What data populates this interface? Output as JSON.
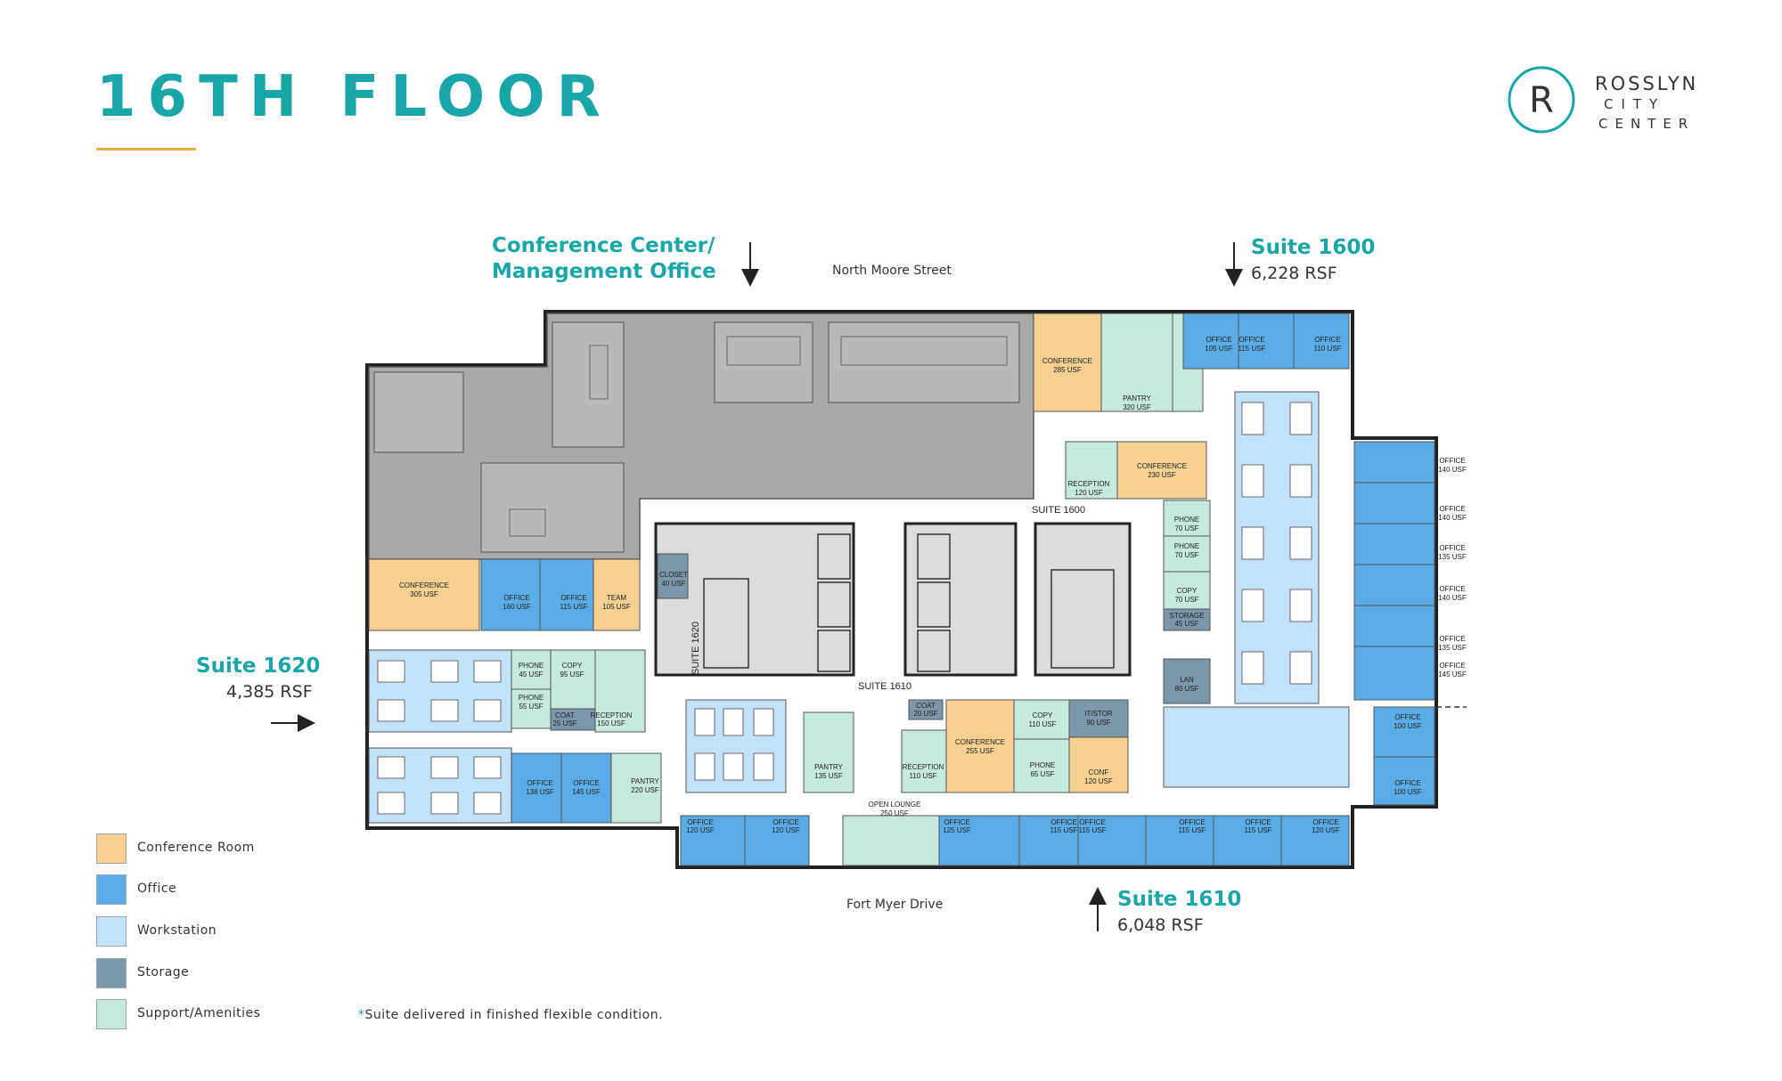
{
  "header": {
    "title": "16TH FLOOR"
  },
  "logo": {
    "letter": "R",
    "line1": "ROSSLYN",
    "line2": "CITY",
    "line3": "CENTER"
  },
  "colors": {
    "accent": "#1aa5a6",
    "rule": "#e3b04a",
    "conference": "#f6d091",
    "office": "#5aace6",
    "workstation": "#c4e2f7",
    "storage": "#7c97aa",
    "support": "#c7e8dc",
    "conference_center": "#a9a9a9"
  },
  "callouts": {
    "conference_center": {
      "line1": "Conference Center/",
      "line2": "Management Office"
    },
    "suite1600": {
      "name": "Suite 1600",
      "rsf": "6,228 RSF"
    },
    "suite1620": {
      "name": "Suite 1620",
      "rsf": "4,385 RSF"
    },
    "suite1610": {
      "name": "Suite 1610",
      "rsf": "6,048 RSF"
    }
  },
  "streets": {
    "north": "North Moore Street",
    "south": "Fort Myer Drive"
  },
  "legend": [
    {
      "label": "Conference Room",
      "color": "#f6d091"
    },
    {
      "label": "Office",
      "color": "#5aace6"
    },
    {
      "label": "Workstation",
      "color": "#c4e2f7"
    },
    {
      "label": "Storage",
      "color": "#7c97aa"
    },
    {
      "label": "Support/Amenities",
      "color": "#c7e8dc"
    }
  ],
  "footnote": {
    "star": "*",
    "text": "Suite delivered in finished flexible condition."
  },
  "plan": {
    "suite_labels": {
      "s1600": "SUITE 1600",
      "s1610": "SUITE 1610",
      "s1620": "SUITE 1620"
    },
    "rooms": [
      {
        "type": "conference",
        "name": "CONFERENCE",
        "size": "285 USF"
      },
      {
        "type": "support",
        "name": "PANTRY",
        "size": "320 USF"
      },
      {
        "type": "office",
        "name": "OFFICE",
        "size": "105 USF"
      },
      {
        "type": "office",
        "name": "OFFICE",
        "size": "115 USF"
      },
      {
        "type": "office",
        "name": "OFFICE",
        "size": "110 USF"
      },
      {
        "type": "support",
        "name": "RECEPTION",
        "size": "120 USF"
      },
      {
        "type": "conference",
        "name": "CONFERENCE",
        "size": "230 USF"
      },
      {
        "type": "support",
        "name": "PHONE",
        "size": "70 USF"
      },
      {
        "type": "support",
        "name": "PHONE",
        "size": "70 USF"
      },
      {
        "type": "support",
        "name": "COPY",
        "size": "70 USF"
      },
      {
        "type": "storage",
        "name": "STORAGE",
        "size": "45 USF"
      },
      {
        "type": "storage",
        "name": "LAN",
        "size": "80 USF"
      },
      {
        "type": "office",
        "name": "OFFICE",
        "size": "140 USF"
      },
      {
        "type": "office",
        "name": "OFFICE",
        "size": "140 USF"
      },
      {
        "type": "office",
        "name": "OFFICE",
        "size": "135 USF"
      },
      {
        "type": "office",
        "name": "OFFICE",
        "size": "140 USF"
      },
      {
        "type": "office",
        "name": "OFFICE",
        "size": "135 USF"
      },
      {
        "type": "office",
        "name": "OFFICE",
        "size": "145 USF"
      },
      {
        "type": "office",
        "name": "OFFICE",
        "size": "100 USF"
      },
      {
        "type": "office",
        "name": "OFFICE",
        "size": "100 USF"
      },
      {
        "type": "conference",
        "name": "CONFERENCE",
        "size": "305 USF"
      },
      {
        "type": "office",
        "name": "OFFICE",
        "size": "160 USF"
      },
      {
        "type": "office",
        "name": "OFFICE",
        "size": "115 USF"
      },
      {
        "type": "conference",
        "name": "TEAM",
        "size": "105 USF"
      },
      {
        "type": "storage",
        "name": "CLOSET",
        "size": "40 USF"
      },
      {
        "type": "support",
        "name": "PHONE",
        "size": "45 USF"
      },
      {
        "type": "support",
        "name": "PHONE",
        "size": "55 USF"
      },
      {
        "type": "support",
        "name": "COPY",
        "size": "95 USF"
      },
      {
        "type": "storage",
        "name": "COAT",
        "size": "25 USF"
      },
      {
        "type": "support",
        "name": "RECEPTION",
        "size": "150 USF"
      },
      {
        "type": "office",
        "name": "OFFICE",
        "size": "138 USF"
      },
      {
        "type": "office",
        "name": "OFFICE",
        "size": "145 USF"
      },
      {
        "type": "support",
        "name": "PANTRY",
        "size": "220 USF"
      },
      {
        "type": "support",
        "name": "PANTRY",
        "size": "135 USF"
      },
      {
        "type": "storage",
        "name": "COAT",
        "size": "20 USF"
      },
      {
        "type": "support",
        "name": "RECEPTION",
        "size": "110 USF"
      },
      {
        "type": "conference",
        "name": "CONFERENCE",
        "size": "255 USF"
      },
      {
        "type": "support",
        "name": "COPY",
        "size": "110 USF"
      },
      {
        "type": "support",
        "name": "PHONE",
        "size": "65 USF"
      },
      {
        "type": "storage",
        "name": "IT/STOR",
        "size": "90 USF"
      },
      {
        "type": "conference",
        "name": "CONF",
        "size": "120 USF"
      },
      {
        "type": "support",
        "name": "OPEN LOUNGE",
        "size": "250 USF"
      },
      {
        "type": "office",
        "name": "OFFICE",
        "size": "120 USF"
      },
      {
        "type": "office",
        "name": "OFFICE",
        "size": "120 USF"
      },
      {
        "type": "office",
        "name": "OFFICE",
        "size": "125 USF"
      },
      {
        "type": "office",
        "name": "OFFICE",
        "size": "115 USF"
      },
      {
        "type": "office",
        "name": "OFFICE",
        "size": "115 USF"
      },
      {
        "type": "office",
        "name": "OFFICE",
        "size": "115 USF"
      },
      {
        "type": "office",
        "name": "OFFICE",
        "size": "115 USF"
      },
      {
        "type": "office",
        "name": "OFFICE",
        "size": "120 USF"
      }
    ]
  }
}
